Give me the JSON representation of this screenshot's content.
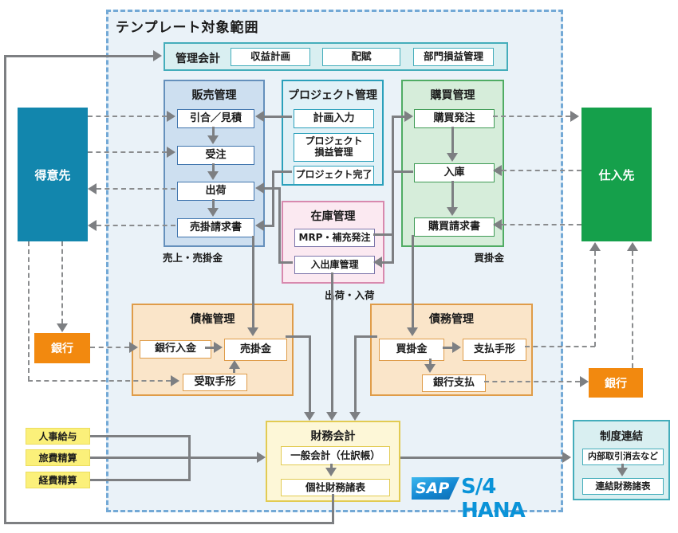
{
  "page_title": "テンプレート対象範囲",
  "groups": {
    "management_accounting": {
      "title": "管理会計",
      "items": [
        "収益計画",
        "配賦",
        "部門損益管理"
      ]
    },
    "sales": {
      "title": "販売管理",
      "items": [
        "引合／見積",
        "受注",
        "出荷",
        "売掛請求書"
      ],
      "caption": "売上・売掛金"
    },
    "project": {
      "title": "プロジェクト管理",
      "items": [
        "計画入力",
        "プロジェクト\n損益管理",
        "プロジェクト完了"
      ]
    },
    "purchasing": {
      "title": "購買管理",
      "items": [
        "購買発注",
        "入庫",
        "購買請求書"
      ],
      "caption": "買掛金"
    },
    "inventory": {
      "title": "在庫管理",
      "items": [
        "MRP・補充発注",
        "入出庫管理"
      ],
      "caption": "出荷・入荷"
    },
    "receivables": {
      "title": "債権管理",
      "items": [
        "銀行入金",
        "売掛金",
        "受取手形"
      ]
    },
    "payables": {
      "title": "債務管理",
      "items": [
        "買掛金",
        "支払手形",
        "銀行支払"
      ]
    },
    "financial_accounting": {
      "title": "財務会計",
      "items": [
        "一般会計（仕訳帳）",
        "個社財務諸表"
      ]
    },
    "consolidation": {
      "title": "制度連結",
      "items": [
        "内部取引消去など",
        "連結財務諸表"
      ]
    }
  },
  "externals": {
    "customer": "得意先",
    "supplier": "仕入先",
    "bank_left": "銀行",
    "bank_right": "銀行",
    "hr_boxes": [
      "人事給与",
      "旅費精算",
      "経費精算"
    ]
  },
  "logo": {
    "brand": "SAP",
    "product": "S/4 HANA"
  },
  "colors": {
    "customer": "#1286ad",
    "supplier": "#15a04b",
    "bank": "#f2890f",
    "sales_fill": "#cddff0",
    "project_fill": "#e1f1f7",
    "purchasing_fill": "#d6edda",
    "inventory_fill": "#fbe9f1",
    "ar_ap_fill": "#fae5c9",
    "financial_fill": "#fdf7d7",
    "teal_fill": "#d9eff1",
    "hr_fill": "#fbf07a",
    "connector": "#7d7f82",
    "sap_blue": "#0a93d8"
  }
}
